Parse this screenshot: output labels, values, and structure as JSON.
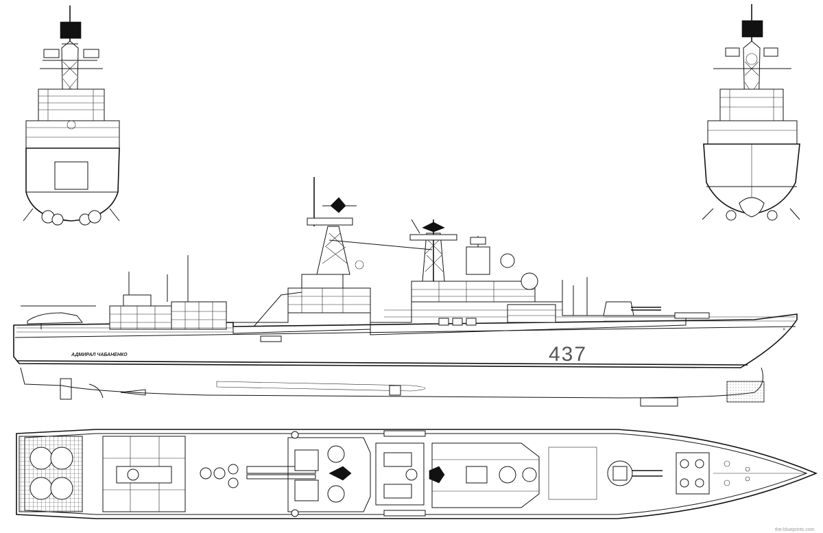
{
  "drawing": {
    "hull_number": "437",
    "ship_name": "АДМИРАЛ ЧАБАНЕНКО",
    "corner_caption": "",
    "site_credit": "the-blueprints.com"
  },
  "colors": {
    "line": "#111111",
    "paper": "#ffffff",
    "hull_number": "#555555"
  },
  "views": [
    {
      "id": "stern-view"
    },
    {
      "id": "bow-view"
    },
    {
      "id": "side-profile"
    },
    {
      "id": "top-plan"
    }
  ]
}
